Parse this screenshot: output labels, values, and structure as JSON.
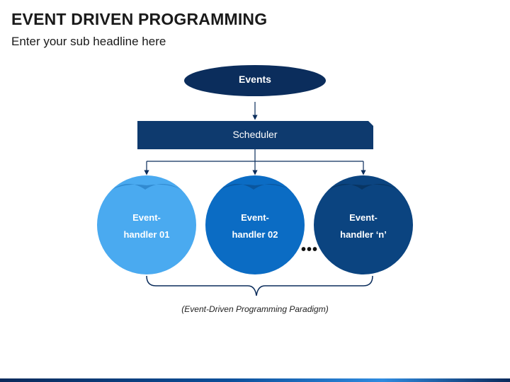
{
  "header": {
    "title": "EVENT DRIVEN PROGRAMMING",
    "subtitle": "Enter your sub headline here"
  },
  "diagram": {
    "events": {
      "label": "Events",
      "color": "#0b2d5c"
    },
    "scheduler": {
      "label": "Scheduler",
      "color": "#0e3a6e"
    },
    "handlers": [
      {
        "line1": "Event-",
        "line2": "handler 01",
        "color": "#4aaaf0"
      },
      {
        "line1": "Event-",
        "line2": "handler 02",
        "color": "#0b6cc4"
      },
      {
        "line1": "Event-",
        "line2": "handler ‘n’",
        "color": "#0b4480"
      }
    ],
    "ellipsis": "•••",
    "caption": "(Event-Driven Programming Paradigm)"
  }
}
